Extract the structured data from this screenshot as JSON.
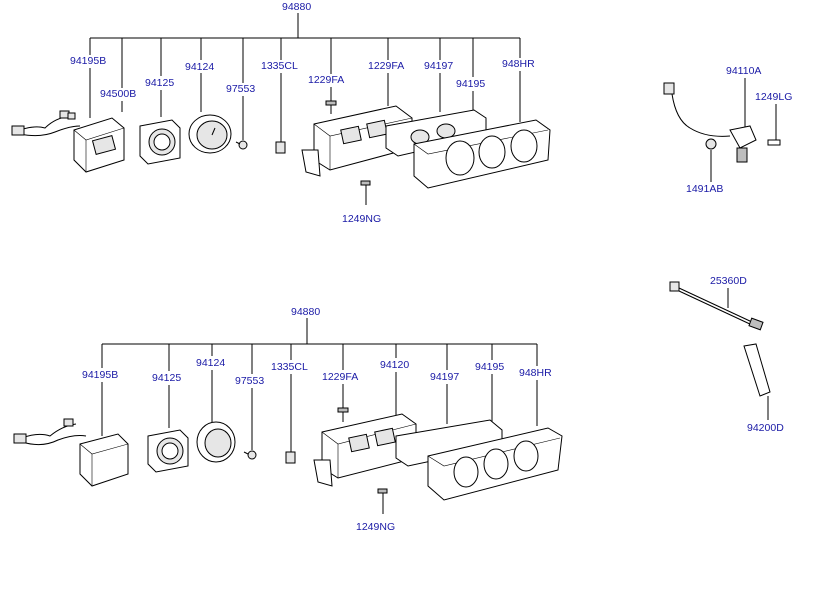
{
  "assembly_top": {
    "parent": "94880",
    "children": [
      "94195B",
      "94500B",
      "94125",
      "94124",
      "97553",
      "1335CL",
      "1229FA",
      "1229FA",
      "94197",
      "94195",
      "948HR"
    ],
    "screw_label": "1249NG"
  },
  "assembly_bottom": {
    "parent": "94880",
    "children": [
      "94195B",
      "94125",
      "94124",
      "97553",
      "1335CL",
      "1229FA",
      "94120",
      "94197",
      "94195",
      "948HR"
    ],
    "screw_label": "1249NG"
  },
  "sensor_group": {
    "main": "94110A",
    "bolt": "1249LG",
    "clip": "1491AB"
  },
  "cable_group": {
    "cable": "25360D",
    "bracket": "94200D"
  }
}
